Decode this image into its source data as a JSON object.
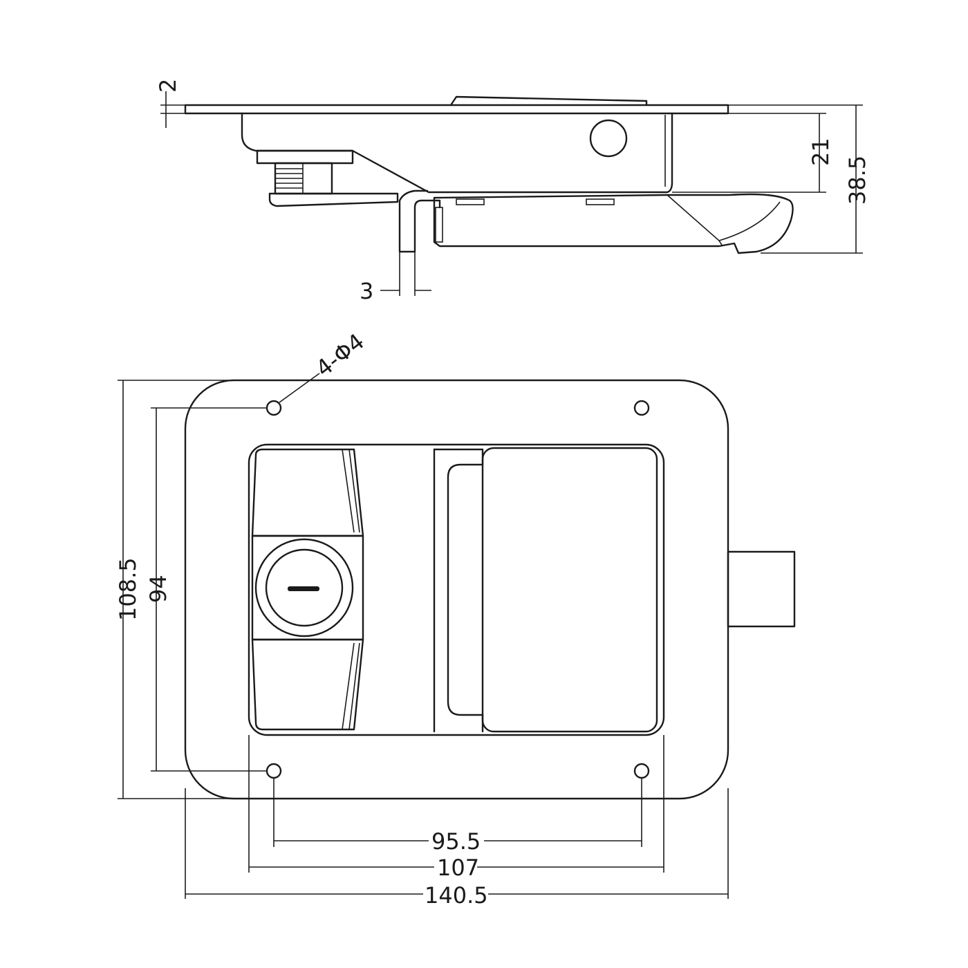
{
  "side_view": {
    "plate_thickness": "2",
    "body_depth": "21",
    "total_depth": "38.5",
    "handle_thickness": "3"
  },
  "front_view": {
    "hole_callout": "4-Φ4",
    "total_height": "108.5",
    "hole_spacing_vertical": "94",
    "hole_spacing_horizontal": "95.5",
    "cutout_width": "107",
    "total_width": "140.5"
  },
  "colors": {
    "line": "#1a1a1a",
    "background": "#ffffff"
  }
}
